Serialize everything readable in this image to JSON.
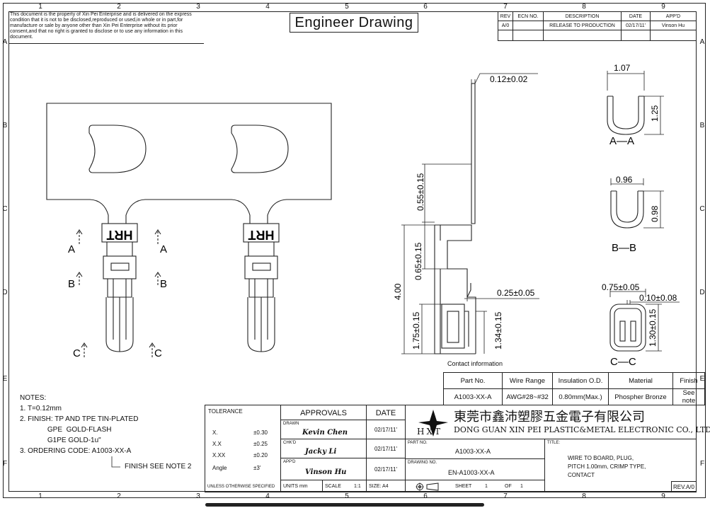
{
  "col_labels": [
    "1",
    "2",
    "3",
    "4",
    "5",
    "6",
    "7",
    "8",
    "9"
  ],
  "row_labels": [
    "A",
    "B",
    "C",
    "D",
    "E",
    "F"
  ],
  "legal_notice": "This document is the property of Xin Pei Enterprise and is delivered on the express condition that it is not to be disclosed,reproduced or used,in whole or in part,for manufacture or sale by anyone other than Xin Pei Enterprise without its prior consent,and that no right is granted to disclose or to use any information in this document.",
  "title": "Engineer Drawing",
  "revision_table": {
    "headers": [
      "REV",
      "ECN NO.",
      "DESCRIPTION",
      "DATE",
      "APP'D"
    ],
    "row": [
      "A/0",
      "",
      "RELEASE TO PRODUCTION",
      "02/17/11'",
      "Vinson Hu"
    ]
  },
  "drawing": {
    "marking": "HRT",
    "section_marks": [
      "A",
      "A",
      "B",
      "B",
      "C",
      "C"
    ],
    "dims": {
      "thickness": "0.12±0.02",
      "d055": "0.55±0.15",
      "d065": "0.65±0.15",
      "d400": "4.00",
      "d175": "1.75±0.15",
      "d025": "0.25±0.05",
      "d134": "1.34±0.15",
      "aa_w": "1.07",
      "aa_h": "1.25",
      "bb_w": "0.96",
      "bb_h": "0.98",
      "cc_w": "0.75±0.05",
      "cc_g": "0.10±0.08",
      "cc_h": "1.30±0.15"
    },
    "section_labels": [
      "A—A",
      "B—B",
      "C—C"
    ]
  },
  "contact_info": {
    "title": "Contact information",
    "headers": [
      "Part No.",
      "Wire Range",
      "Insulation O.D.",
      "Material",
      "Finish"
    ],
    "row": [
      "A1003-XX-A",
      "AWG#28~#32",
      "0.80mm(Max.)",
      "Phospher Bronze",
      "See note"
    ]
  },
  "notes": {
    "heading": "NOTES:",
    "lines": [
      "1. T=0.12mm",
      "2. FINISH: TP AND TPE TIN-PLATED",
      "              GPE  GOLD-FLASH",
      "              G1PE GOLD-1u\"",
      "3. ORDERING CODE: A1003-XX-A"
    ],
    "finish_note": "FINISH SEE NOTE 2"
  },
  "tolerance": {
    "title": "TOLERANCE",
    "rows": [
      [
        "X.",
        "±0.30"
      ],
      [
        "X.X",
        "±0.25"
      ],
      [
        "X.XX",
        "±0.20"
      ],
      [
        "Angle",
        "±3'"
      ]
    ],
    "footer": "UNLESS OTHERWISE SPECIFIED"
  },
  "approvals": {
    "title": "APPROVALS",
    "date_title": "DATE",
    "drawn_label": "DRAWN",
    "drawn_by": "Kevin Chen",
    "drawn_date": "02/17/11'",
    "chkd_label": "CHK'D",
    "chkd_by": "Jacky Li",
    "chkd_date": "02/17/11'",
    "appd_label": "APP'D",
    "appd_by": "Vinson Hu",
    "appd_date": "02/17/11'"
  },
  "units": "UNITS mm",
  "scale_label": "SCALE",
  "scale_value": "1:1",
  "size": "SIZE: A4",
  "company_cn": "東莞市鑫沛塑膠五金電子有限公司",
  "company_en": "DONG GUAN XIN PEI PLASTIC&METAL ELECTRONIC CO., LTD",
  "logo_text": "HXT",
  "part_no_label": "PART NO.",
  "part_no": "A1003-XX-A",
  "drawing_no_label": "DRAWING NO.",
  "drawing_no": "EN-A1003-XX-A",
  "sheet_label": "SHEET",
  "sheet": "1",
  "of_label": "OF",
  "of": "1",
  "title_label": "TITLE:",
  "title_lines": [
    "WIRE TO BOARD, PLUG,",
    "PITCH 1.00mm, CRIMP TYPE,",
    "CONTACT"
  ],
  "rev": "REV.A/0"
}
